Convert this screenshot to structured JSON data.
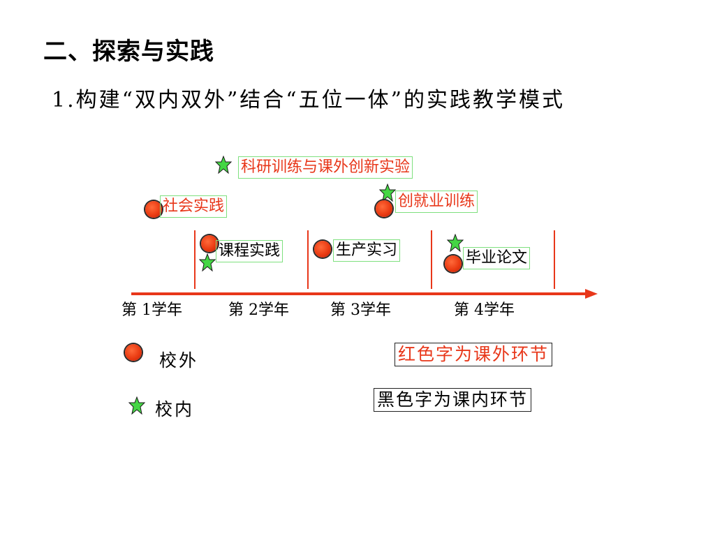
{
  "heading": "二、探索与实践",
  "subheading": "1.构建“双内双外”结合“五位一体”的实践教学模式",
  "activities": {
    "research": "科研训练与课外创新实验",
    "employment": "创就业训练",
    "social": "社会实践",
    "course": "课程实践",
    "production": "生产实习",
    "thesis": "毕业论文"
  },
  "years": [
    "第 1学年",
    "第 2学年",
    "第 3学年",
    "第 4学年"
  ],
  "legend": {
    "outside": "校外",
    "inside": "校内",
    "red_note": "红色字为课外环节",
    "black_note": "黑色字为课内环节"
  },
  "colors": {
    "extracurricular": "#e8371a",
    "curricular": "#000000",
    "timeline": "#e8371a",
    "outside_marker": "#e8371a",
    "inside_marker": "#44d644",
    "label_border": "#7ee07e"
  },
  "icons": {
    "outside": "red-circle",
    "inside": "green-star"
  }
}
